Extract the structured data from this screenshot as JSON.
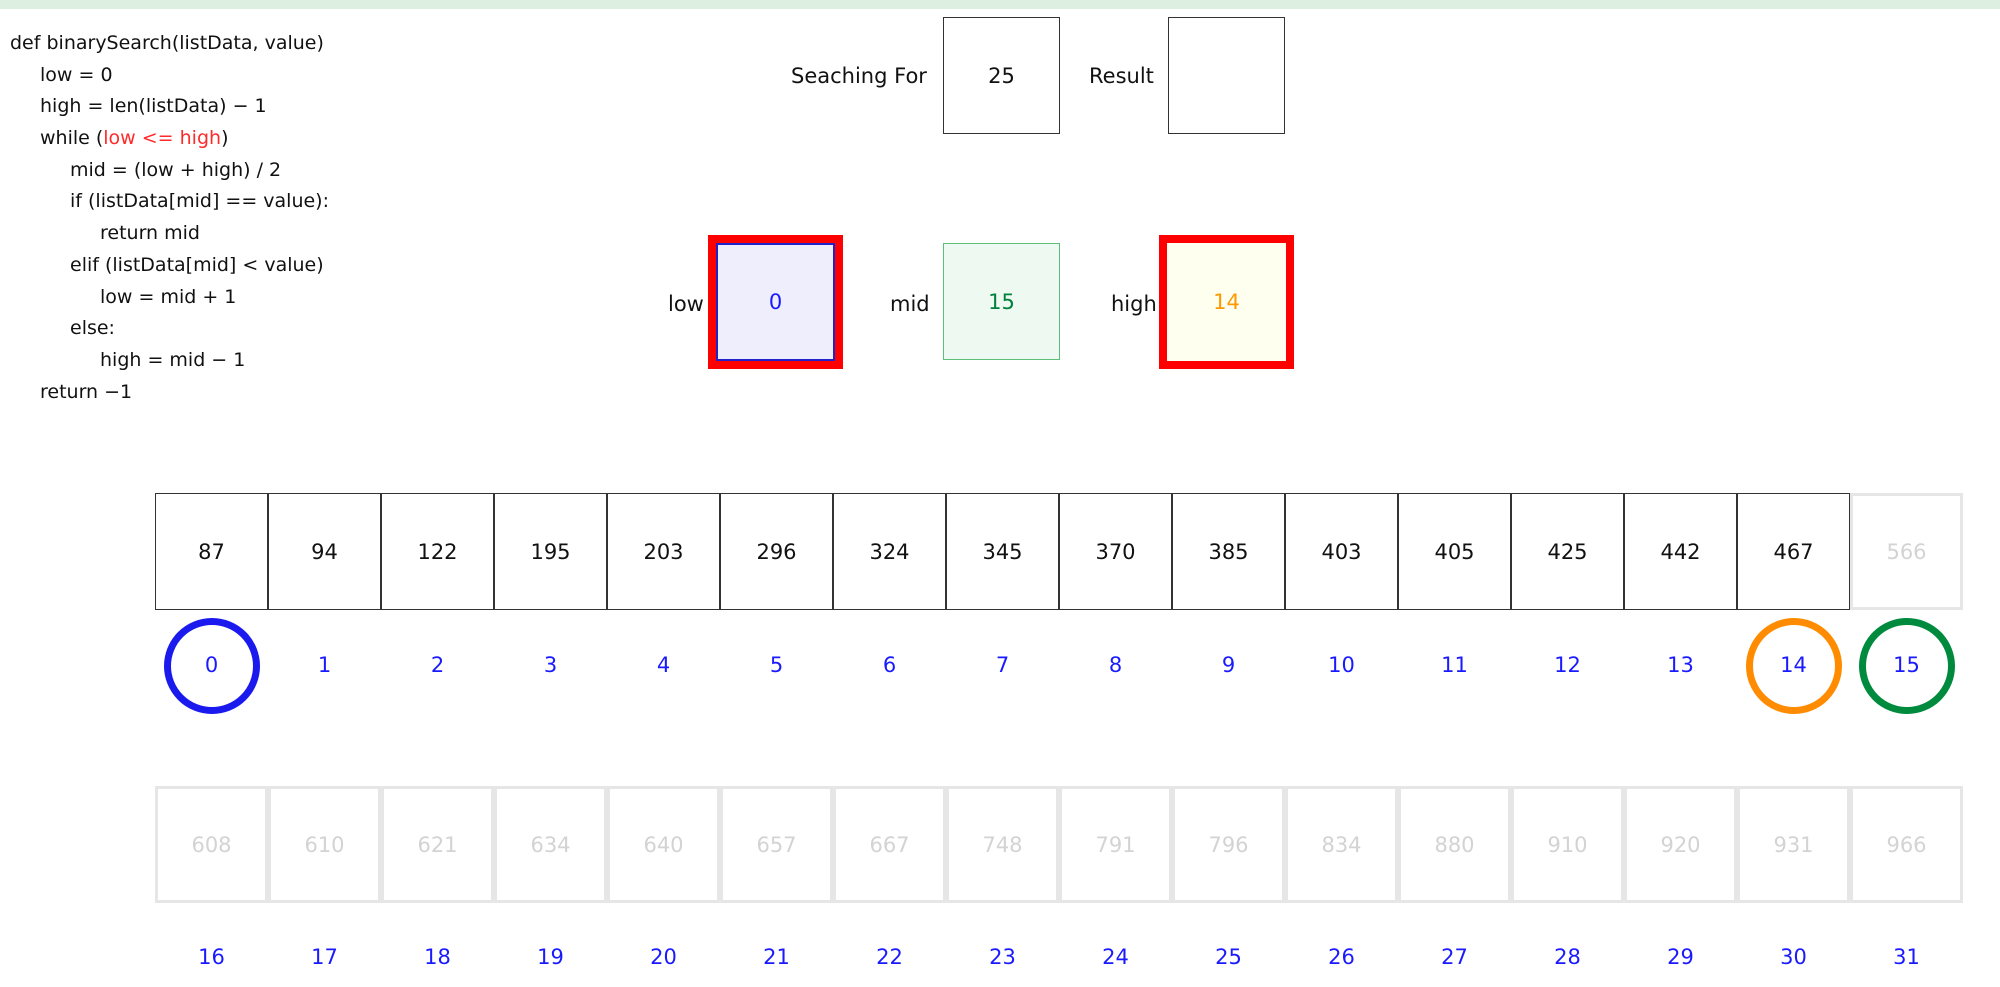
{
  "code_lines": [
    {
      "text": "def binarySearch(listData, value)",
      "indent": 0
    },
    {
      "text": "low = 0",
      "indent": 1
    },
    {
      "text": "high = len(listData) − 1",
      "indent": 1
    },
    {
      "parts": [
        "while (",
        "low <= high",
        ")"
      ],
      "indent": 1,
      "highlight_part": 1
    },
    {
      "text": "mid = (low + high) / 2",
      "indent": 2
    },
    {
      "text": "if (listData[mid] == value):",
      "indent": 2
    },
    {
      "text": "return mid",
      "indent": 3
    },
    {
      "text": "elif (listData[mid] < value)",
      "indent": 2
    },
    {
      "text": "low = mid + 1",
      "indent": 3
    },
    {
      "text": "else:",
      "indent": 2
    },
    {
      "text": "high = mid − 1",
      "indent": 3
    },
    {
      "text": "return −1",
      "indent": 1
    }
  ],
  "search": {
    "label": "Seaching For",
    "value": "25"
  },
  "result": {
    "label": "Result",
    "value": ""
  },
  "vars": {
    "low": {
      "label": "low",
      "value": "0"
    },
    "mid": {
      "label": "mid",
      "value": "15"
    },
    "high": {
      "label": "high",
      "value": "14"
    }
  },
  "array": {
    "values": [
      87,
      94,
      122,
      195,
      203,
      296,
      324,
      345,
      370,
      385,
      403,
      405,
      425,
      442,
      467,
      566,
      608,
      610,
      621,
      634,
      640,
      657,
      667,
      748,
      791,
      796,
      834,
      880,
      910,
      920,
      931,
      966
    ],
    "active_range": [
      0,
      14
    ]
  },
  "markers": [
    {
      "name": "low",
      "index": 0,
      "color": "#1a1aee"
    },
    {
      "name": "high",
      "index": 14,
      "color": "#ff8c00"
    },
    {
      "name": "mid",
      "index": 15,
      "color": "#008a3e"
    }
  ],
  "colors": {
    "highlight": "#ff2a2a",
    "index_text": "#1a1aff",
    "low_value": "#1a1aff",
    "mid_value": "#00803a",
    "high_value": "#ff9900",
    "frame_red": "#ff0000"
  }
}
